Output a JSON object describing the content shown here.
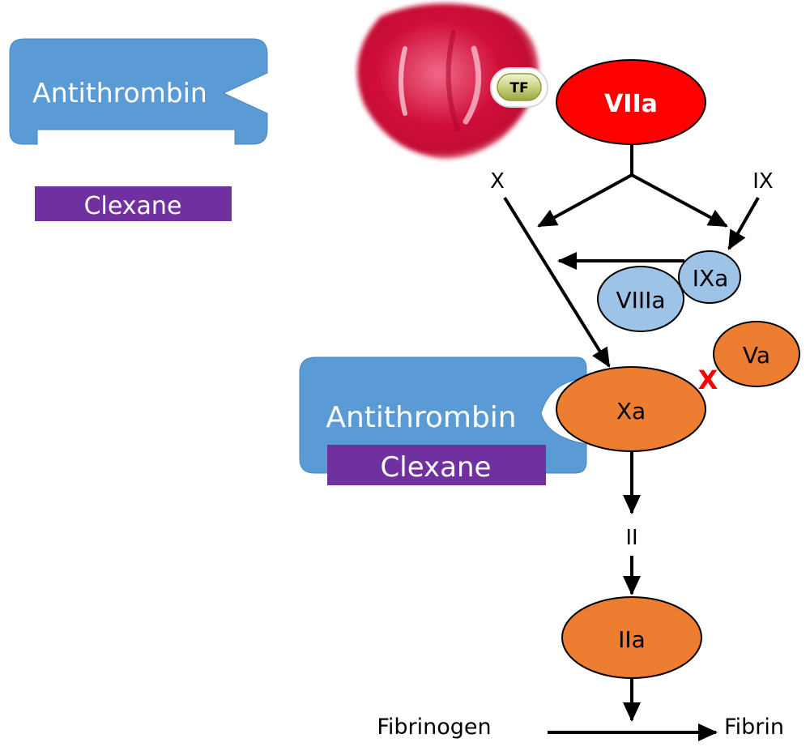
{
  "title": "Coagulation cascade with Antithrombin / Clexane inhibition of Factor Xa",
  "colors": {
    "antithrombin_blue": "#5b9bd5",
    "clexane_purple": "#7030a0",
    "viia_red": "#ff0000",
    "factor_orange": "#ed7d31",
    "complex_light_blue": "#9dc3e6",
    "cell_crimson": "#d0103a",
    "tf_olive": "#c8d080",
    "inhibition_red": "#ff0000"
  },
  "legend": {
    "antithrombin_label": "Antithrombin",
    "clexane_label": "Clexane"
  },
  "cell": {
    "receptor_label": "TF"
  },
  "nodes": {
    "viia": "VIIa",
    "x_input": "X",
    "ix_input": "IX",
    "ixa": "IXa",
    "viiia": "VIIIa",
    "xa": "Xa",
    "va": "Va",
    "ii": "II",
    "iia": "IIa",
    "fibrinogen": "Fibrinogen",
    "fibrin": "Fibrin"
  },
  "complex": {
    "antithrombin_label": "Antithrombin",
    "clexane_label": "Clexane"
  },
  "inhibition_mark": "X"
}
